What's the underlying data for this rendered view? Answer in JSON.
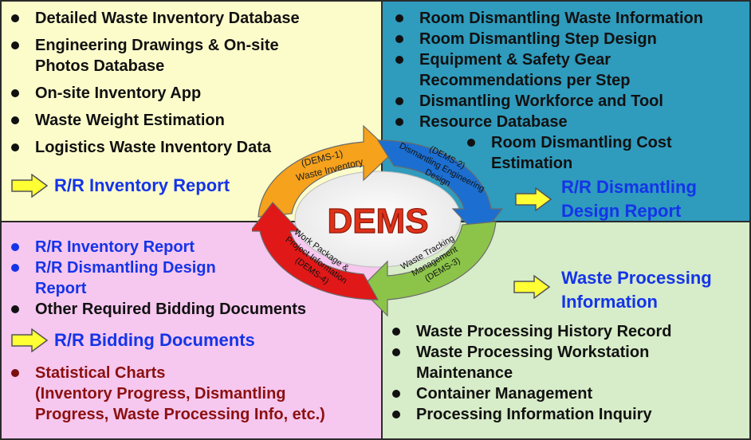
{
  "quadrant1": {
    "items": [
      "Detailed Waste Inventory Database",
      "Engineering Drawings & On-site",
      "Photos Database",
      "On-site Inventory App",
      "Waste Weight Estimation",
      "Logistics Waste Inventory Data"
    ],
    "report": "R/R Inventory Report"
  },
  "quadrant2": {
    "items": [
      "Room Dismantling Waste Information",
      "Room Dismantling Step Design",
      "Equipment & Safety Gear",
      "Recommendations per Step",
      "Dismantling Workforce and Tool",
      "Resource Database"
    ],
    "sub_items": [
      "Room Dismantling Cost",
      "Estimation"
    ],
    "report_line1": "R/R Dismantling",
    "report_line2": "Design Report"
  },
  "quadrant3": {
    "items": [
      "R/R Inventory Report",
      "R/R Dismantling Design",
      "Report",
      "Other Required Bidding Documents"
    ],
    "report": "R/R Bidding Documents",
    "stat_items": [
      "Statistical Charts",
      "(Inventory Progress, Dismantling",
      "Progress, Waste Processing Info, etc.)"
    ]
  },
  "quadrant4": {
    "report_line1": "Waste Processing",
    "report_line2": "Information",
    "items": [
      "Waste Processing History Record",
      "Waste Processing Workstation",
      "Maintenance",
      "Container Management",
      "Processing Information Inquiry"
    ]
  },
  "cycle": {
    "center_label": "DEMS",
    "dems1": {
      "code": "(DEMS-1)",
      "name": "Waste Inventory"
    },
    "dems2": {
      "code": "(DEMS-2)",
      "name1": "Dismantling Engineering",
      "name2": "Design"
    },
    "dems3": {
      "code": "(DEMS-3)",
      "name1": "Waste Tracking",
      "name2": "Management"
    },
    "dems4": {
      "code": "(DEMS-4)",
      "name1": "Work Package &",
      "name2": "Project Information"
    },
    "colors": {
      "dems1": "#f6a21c",
      "dems2": "#1c6fd0",
      "dems3": "#8cc44a",
      "dems4": "#e01818",
      "center_text": "#e0321a"
    }
  },
  "colors": {
    "q1_bg": "#fcfccb",
    "q2_bg": "#2f9bbd",
    "q3_bg": "#f6c7ef",
    "q4_bg": "#d7ecc8",
    "report_blue": "#1434e8",
    "stat_red": "#8b1010",
    "arrow_fill": "#ffff33"
  }
}
